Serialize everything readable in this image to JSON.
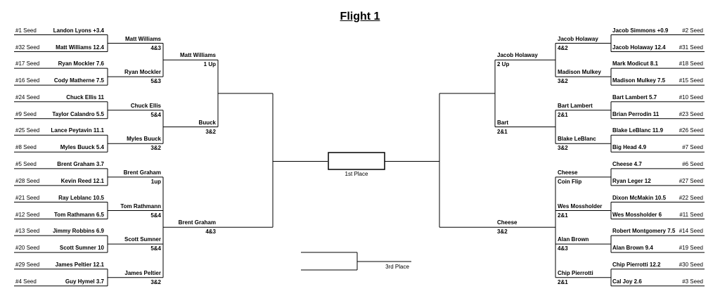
{
  "title": "Flight 1",
  "left_r1": [
    {
      "seed": "#1 Seed",
      "name": "Landon Lyons +3.4"
    },
    {
      "seed": "#32 Seed",
      "name": "Matt Williams 12.4"
    },
    {
      "seed": "#17 Seed",
      "name": "Ryan Mockler 7.6"
    },
    {
      "seed": "#16 Seed",
      "name": "Cody Matherne 7.5"
    },
    {
      "seed": "#24 Seed",
      "name": "Chuck Ellis 11"
    },
    {
      "seed": "#9 Seed",
      "name": "Taylor Calandro 5.5"
    },
    {
      "seed": "#25 Seed",
      "name": "Lance Peytavin 11.1"
    },
    {
      "seed": "#8 Seed",
      "name": "Myles Buuck 5.4"
    },
    {
      "seed": "#5 Seed",
      "name": "Brent Graham 3.7"
    },
    {
      "seed": "#28 Seed",
      "name": "Kevin Reed 12.1"
    },
    {
      "seed": "#21 Seed",
      "name": "Ray Leblanc 10.5"
    },
    {
      "seed": "#12 Seed",
      "name": "Tom Rathmann 6.5"
    },
    {
      "seed": "#13 Seed",
      "name": "Jimmy Robbins 6.9"
    },
    {
      "seed": "#20 Seed",
      "name": "Scott Sumner 10"
    },
    {
      "seed": "#29 Seed",
      "name": "James Peltier 12.1"
    },
    {
      "seed": "#4 Seed",
      "name": "Guy Hymel 3.7"
    }
  ],
  "left_r2": [
    {
      "name": "Matt Williams",
      "score": "4&3"
    },
    {
      "name": "Ryan Mockler",
      "score": "5&3"
    },
    {
      "name": "Chuck Ellis",
      "score": "5&4"
    },
    {
      "name": "Myles Buuck",
      "score": "3&2"
    },
    {
      "name": "Brent Graham",
      "score": "1up"
    },
    {
      "name": "Tom Rathmann",
      "score": "5&4"
    },
    {
      "name": "Scott Sumner",
      "score": "5&4"
    },
    {
      "name": "James Peltier",
      "score": "3&2"
    }
  ],
  "left_r3": [
    {
      "name": "Matt Williams",
      "score": "1 Up"
    },
    {
      "name": "Buuck",
      "score": "3&2"
    },
    {
      "name": "Brent Graham",
      "score": "4&3"
    }
  ],
  "right_r1": [
    {
      "seed": "#2 Seed",
      "name": "Jacob Simmons +0.9"
    },
    {
      "seed": "#31 Seed",
      "name": "Jacob Holaway 12.4"
    },
    {
      "seed": "#18 Seed",
      "name": "Mark Modicut 8.1"
    },
    {
      "seed": "#15 Seed",
      "name": "Madison Mulkey 7.5"
    },
    {
      "seed": "#10 Seed",
      "name": "Bart Lambert 5.7"
    },
    {
      "seed": "#23 Seed",
      "name": "Brian Perrodin 11"
    },
    {
      "seed": "#26 Seed",
      "name": "Blake LeBlanc 11.9"
    },
    {
      "seed": "#7 Seed",
      "name": "Big Head 4.9"
    },
    {
      "seed": "#6 Seed",
      "name": "Cheese 4.7"
    },
    {
      "seed": "#27 Seed",
      "name": "Ryan Leger 12"
    },
    {
      "seed": "#22 Seed",
      "name": "Dixon McMakin 10.5"
    },
    {
      "seed": "#11 Seed",
      "name": "Wes Mossholder 6"
    },
    {
      "seed": "#14 Seed",
      "name": "Robert Montgomery 7.5"
    },
    {
      "seed": "#19 Seed",
      "name": "Alan Brown 9.4"
    },
    {
      "seed": "#30 Seed",
      "name": "Chip Pierrotti 12.2"
    },
    {
      "seed": "#3 Seed",
      "name": "Cal Joy 2.6"
    }
  ],
  "right_r2": [
    {
      "name": "Jacob Holaway",
      "score": "4&2"
    },
    {
      "name": "Madison Mulkey",
      "score": "3&2"
    },
    {
      "name": "Bart Lambert",
      "score": "2&1"
    },
    {
      "name": "Blake LeBlanc",
      "score": "3&2"
    },
    {
      "name": "Cheese",
      "score": "Coin Flip"
    },
    {
      "name": "Wes Mossholder",
      "score": "2&1"
    },
    {
      "name": "Alan Brown",
      "score": "4&3"
    },
    {
      "name": "Chip Pierrotti",
      "score": "2&1"
    }
  ],
  "right_r3": [
    {
      "name": "Jacob Holaway",
      "score": "2 Up"
    },
    {
      "name": "Bart",
      "score": "2&1"
    },
    {
      "name": "Cheese",
      "score": "3&2"
    }
  ],
  "first_place_label": "1st Place",
  "third_place_label": "3rd Place"
}
